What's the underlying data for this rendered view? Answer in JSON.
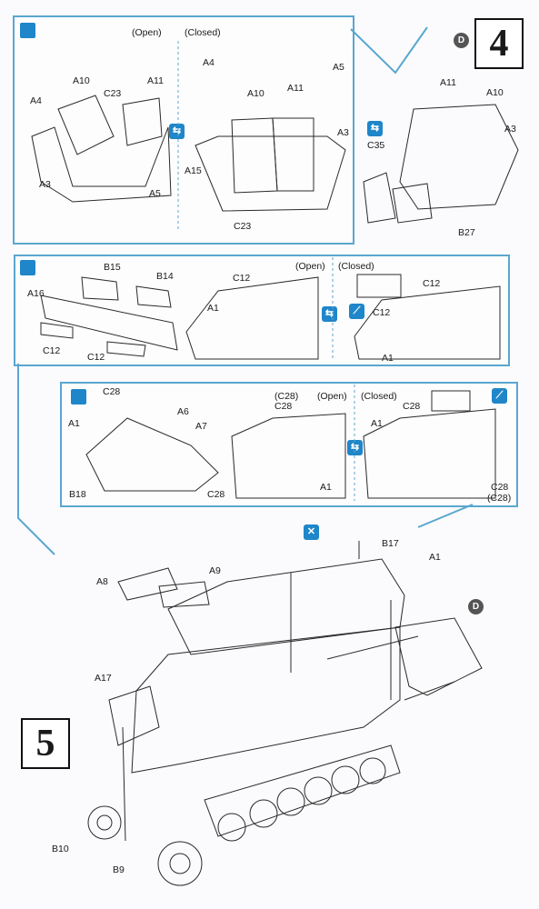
{
  "step4": {
    "number": "4",
    "marker": "D",
    "open_label": "(Open)",
    "closed_label": "(Closed)",
    "labels_left": [
      "A10",
      "A11",
      "A4",
      "C23",
      "A3",
      "A5"
    ],
    "labels_mid": [
      "A4",
      "A5",
      "A10",
      "A11",
      "A3",
      "A15",
      "C23"
    ],
    "labels_right": [
      "A11",
      "A10",
      "A3",
      "C35",
      "B27"
    ]
  },
  "sub_a": {
    "open_label": "(Open)",
    "closed_label": "(Closed)",
    "labels_left": [
      "B15",
      "B14",
      "A16",
      "C12",
      "C12"
    ],
    "labels_mid": [
      "C12",
      "A1"
    ],
    "labels_right": [
      "C12",
      "C12",
      "A1"
    ]
  },
  "sub_b": {
    "open_label": "(Open)",
    "closed_label": "(Closed)",
    "labels_left": [
      "C28",
      "A6",
      "A1",
      "A7",
      "B18",
      "C28"
    ],
    "labels_mid": [
      "(C28)",
      "C28",
      "A1"
    ],
    "labels_right": [
      "C28",
      "A1",
      "C28",
      "(C28)"
    ]
  },
  "step5": {
    "number": "5",
    "marker": "D",
    "labels": [
      "B17",
      "A1",
      "A8",
      "A9",
      "A17",
      "B10",
      "B9"
    ]
  }
}
